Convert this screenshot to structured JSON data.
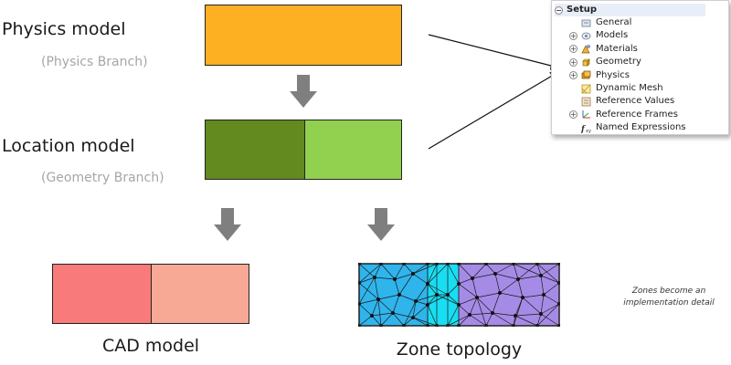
{
  "labels": {
    "physics_model": "Physics model",
    "physics_branch": "(Physics Branch)",
    "location_model": "Location model",
    "geometry_branch": "(Geometry Branch)",
    "cad_model": "CAD model",
    "zone_topology": "Zone topology",
    "note_line1": "Zones become an",
    "note_line2": "implementation detail"
  },
  "tree": {
    "root_label": "Setup",
    "root_toggle": "−",
    "items": [
      {
        "label": "General",
        "icon": "general-icon",
        "expandable": false
      },
      {
        "label": "Models",
        "icon": "models-icon",
        "expandable": true
      },
      {
        "label": "Materials",
        "icon": "materials-icon",
        "expandable": true
      },
      {
        "label": "Geometry",
        "icon": "geometry-icon",
        "expandable": true
      },
      {
        "label": "Physics",
        "icon": "physics-icon",
        "expandable": true
      },
      {
        "label": "Dynamic Mesh",
        "icon": "dynamic-mesh-icon",
        "expandable": false
      },
      {
        "label": "Reference Values",
        "icon": "reference-values-icon",
        "expandable": false
      },
      {
        "label": "Reference Frames",
        "icon": "reference-frames-icon",
        "expandable": true
      },
      {
        "label": "Named Expressions",
        "icon": "named-expressions-icon",
        "expandable": false
      }
    ],
    "expand_symbol": "+"
  },
  "colors": {
    "physics_box": "#fdb022",
    "location_dark": "#628a1e",
    "location_light": "#92d050",
    "cad_left": "#f97a7a",
    "cad_right": "#f8a995",
    "zone_blue": "#30b4ec",
    "zone_cyan": "#19ddf2",
    "zone_purple": "#a58be6",
    "arrow_gray": "#7f7f7f"
  }
}
